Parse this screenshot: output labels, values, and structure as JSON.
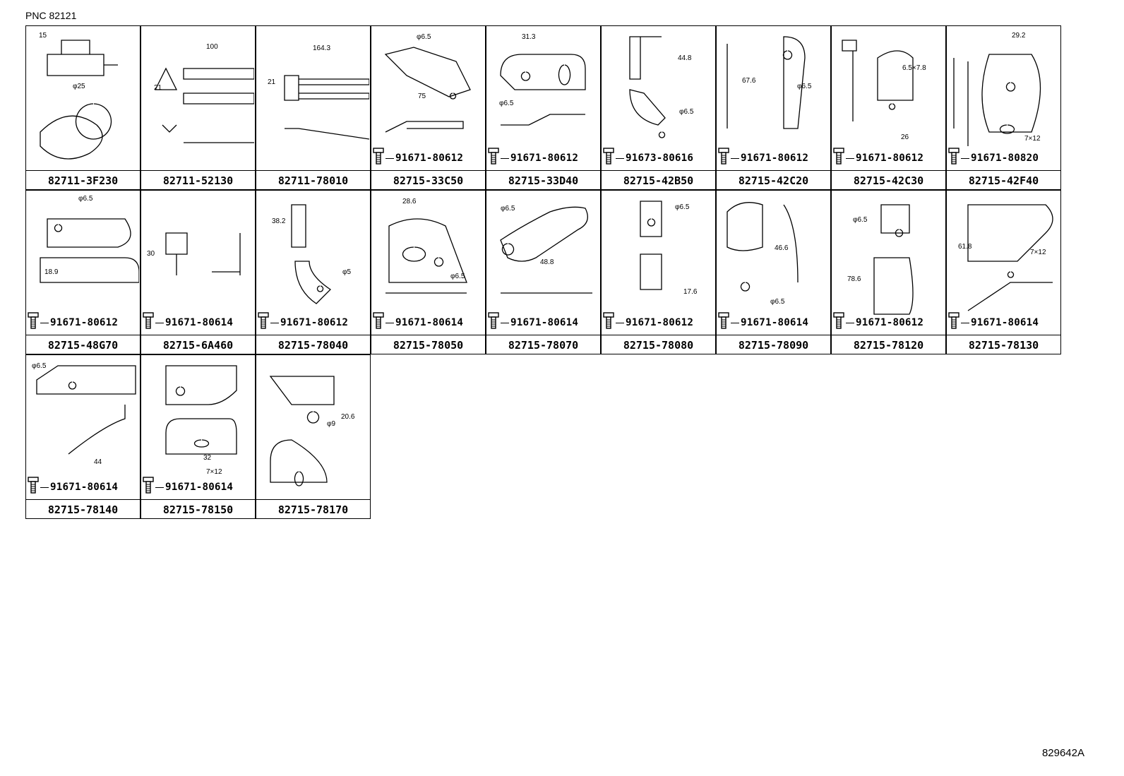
{
  "pnc_label": "PNC 82121",
  "diagram_ref": "829642A",
  "parts": [
    {
      "part_number": "82711-3F230",
      "fastener": "",
      "dims": [
        "15",
        "φ25"
      ]
    },
    {
      "part_number": "82711-52130",
      "fastener": "",
      "dims": [
        "100",
        "21"
      ]
    },
    {
      "part_number": "82711-78010",
      "fastener": "",
      "dims": [
        "164.3",
        "21"
      ]
    },
    {
      "part_number": "82715-33C50",
      "fastener": "91671-80612",
      "dims": [
        "φ6.5",
        "75"
      ]
    },
    {
      "part_number": "82715-33D40",
      "fastener": "91671-80612",
      "dims": [
        "31.3",
        "φ6.5"
      ]
    },
    {
      "part_number": "82715-42B50",
      "fastener": "91673-80616",
      "dims": [
        "44.8",
        "φ6.5"
      ]
    },
    {
      "part_number": "82715-42C20",
      "fastener": "91671-80612",
      "dims": [
        "67.6",
        "φ6.5"
      ]
    },
    {
      "part_number": "82715-42C30",
      "fastener": "91671-80612",
      "dims": [
        "6.5×7.8",
        "26"
      ]
    },
    {
      "part_number": "82715-42F40",
      "fastener": "91671-80820",
      "dims": [
        "29.2",
        "7×12"
      ]
    },
    {
      "part_number": "82715-48G70",
      "fastener": "91671-80612",
      "dims": [
        "φ6.5",
        "18.9"
      ]
    },
    {
      "part_number": "82715-6A460",
      "fastener": "91671-80614",
      "dims": [
        "30"
      ]
    },
    {
      "part_number": "82715-78040",
      "fastener": "91671-80612",
      "dims": [
        "38.2",
        "φ5"
      ]
    },
    {
      "part_number": "82715-78050",
      "fastener": "91671-80614",
      "dims": [
        "28.6",
        "φ6.5"
      ]
    },
    {
      "part_number": "82715-78070",
      "fastener": "91671-80614",
      "dims": [
        "φ6.5",
        "48.8"
      ]
    },
    {
      "part_number": "82715-78080",
      "fastener": "91671-80612",
      "dims": [
        "φ6.5",
        "17.6"
      ]
    },
    {
      "part_number": "82715-78090",
      "fastener": "91671-80614",
      "dims": [
        "46.6",
        "φ6.5"
      ]
    },
    {
      "part_number": "82715-78120",
      "fastener": "91671-80612",
      "dims": [
        "φ6.5",
        "78.6"
      ]
    },
    {
      "part_number": "82715-78130",
      "fastener": "91671-80614",
      "dims": [
        "61.8",
        "7×12"
      ]
    },
    {
      "part_number": "82715-78140",
      "fastener": "91671-80614",
      "dims": [
        "φ6.5",
        "44"
      ]
    },
    {
      "part_number": "82715-78150",
      "fastener": "91671-80614",
      "dims": [
        "32",
        "7×12"
      ]
    },
    {
      "part_number": "82715-78170",
      "fastener": "",
      "dims": [
        "20.6",
        "φ9"
      ]
    }
  ]
}
